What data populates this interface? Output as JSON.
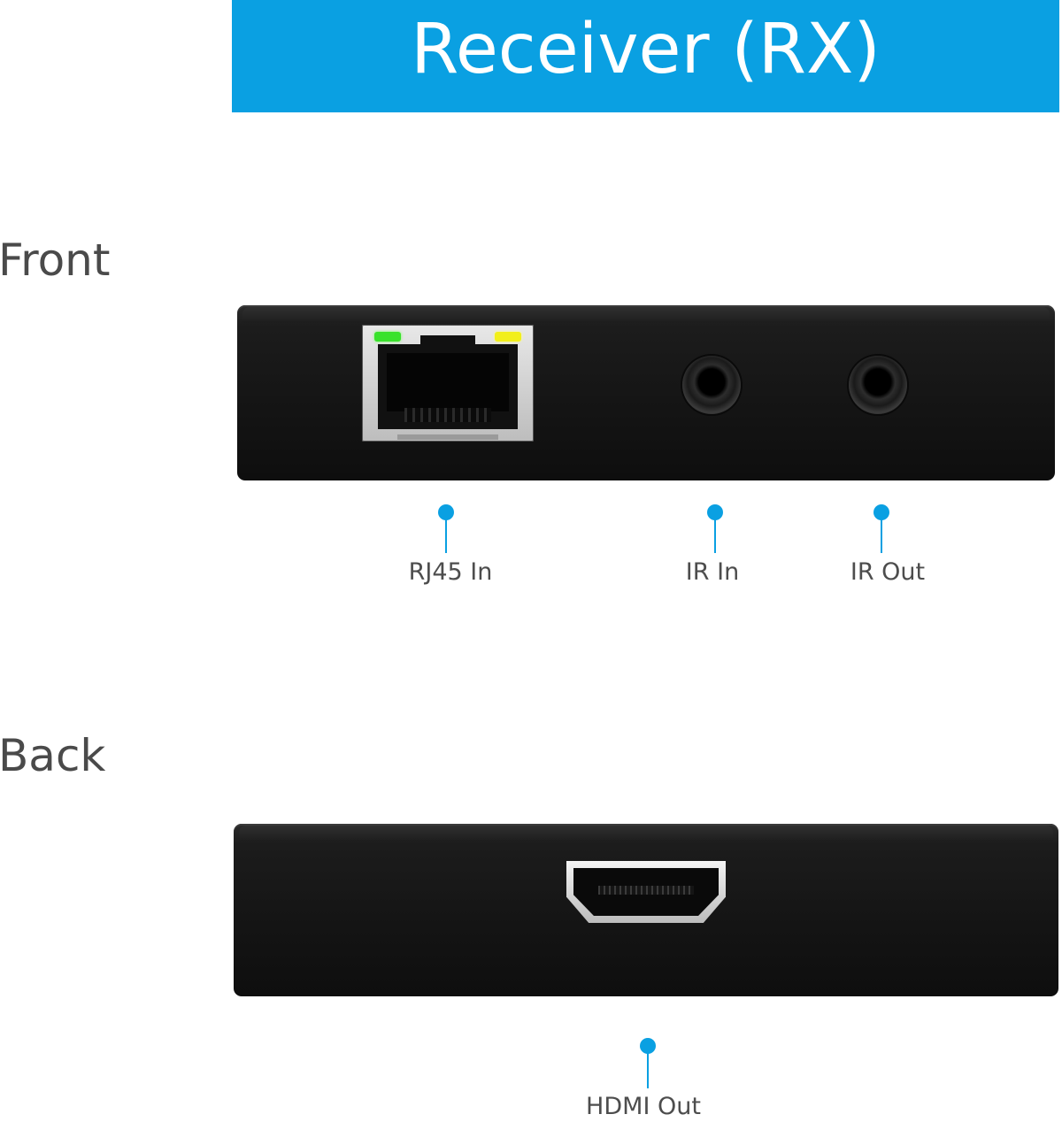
{
  "banner": {
    "title": "Receiver (RX)",
    "background_color": "#0aa0e2",
    "text_color": "#ffffff"
  },
  "sections": {
    "front": {
      "label": "Front",
      "ports": [
        {
          "label": "RJ45 In",
          "icon": "rj45-port-icon"
        },
        {
          "label": "IR In",
          "icon": "audio-jack-icon"
        },
        {
          "label": "IR Out",
          "icon": "audio-jack-icon"
        }
      ],
      "leds": [
        {
          "name": "link-led",
          "color": "#39e22b"
        },
        {
          "name": "activity-led",
          "color": "#f2ef1a"
        }
      ]
    },
    "back": {
      "label": "Back",
      "ports": [
        {
          "label": "HDMI Out",
          "icon": "hdmi-port-icon"
        }
      ]
    }
  },
  "colors": {
    "accent": "#0aa0e2",
    "device_body": "#141414",
    "label_text": "#4d4d4d"
  }
}
